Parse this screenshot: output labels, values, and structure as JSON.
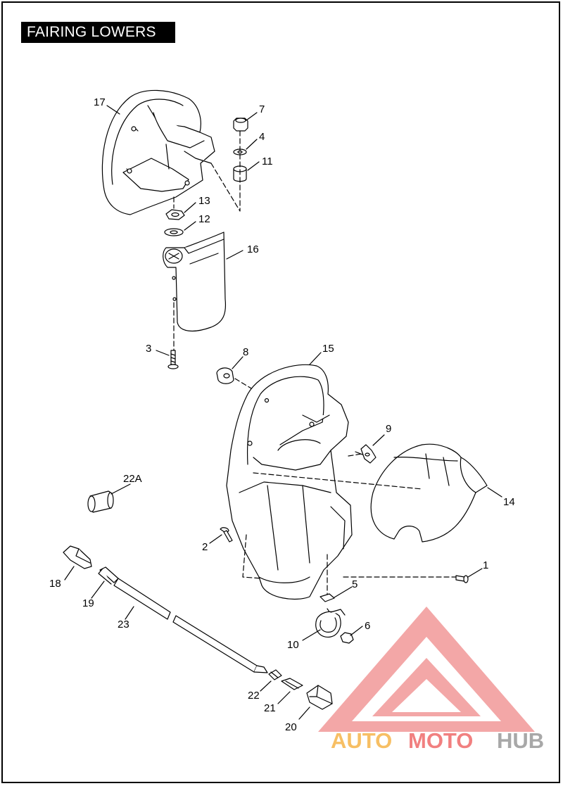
{
  "title": "FAIRING LOWERS",
  "callouts": {
    "c1": "1",
    "c2": "2",
    "c3": "3",
    "c4": "4",
    "c5": "5",
    "c6": "6",
    "c7": "7",
    "c8": "8",
    "c9": "9",
    "c10": "10",
    "c11": "11",
    "c12": "12",
    "c13": "13",
    "c14": "14",
    "c15": "15",
    "c16": "16",
    "c17": "17",
    "c18": "18",
    "c19": "19",
    "c20": "20",
    "c21": "21",
    "c22": "22",
    "c22a": "22A",
    "c23": "23"
  },
  "watermark": {
    "part1": "AUTO",
    "part2": "MOTO",
    "part3": "HUB",
    "color_orange": "#f6b54a",
    "color_red": "#ef6b6b",
    "color_grey": "#9a9a9a"
  }
}
